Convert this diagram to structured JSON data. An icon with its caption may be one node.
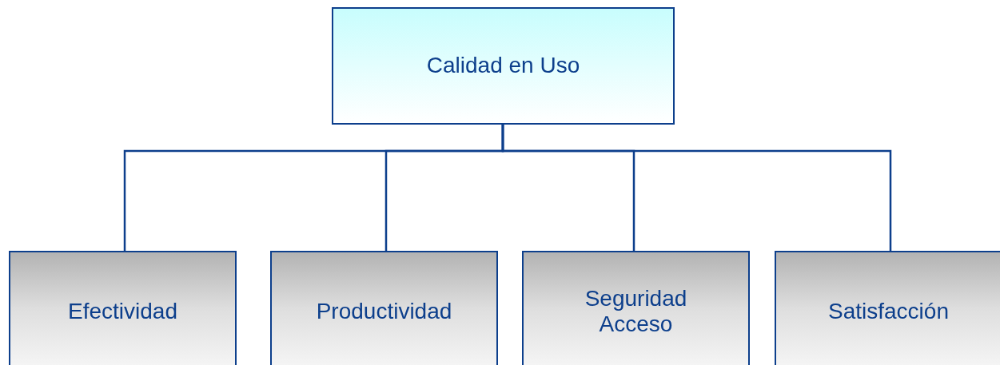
{
  "diagram": {
    "nodes": [
      {
        "text": [
          "Calidad en Uso"
        ]
      },
      {
        "text": [
          "Efectividad"
        ]
      },
      {
        "text": [
          "Productividad"
        ]
      },
      {
        "text": [
          "Seguridad Acceso"
        ]
      },
      {
        "text": [
          "Satisfacción"
        ]
      }
    ],
    "edges": [
      {
        "from": 0,
        "to": 1,
        "arrow": "none"
      },
      {
        "from": 0,
        "to": 2,
        "arrow": "none"
      },
      {
        "from": 0,
        "to": 3,
        "arrow": "none"
      },
      {
        "from": 0,
        "to": 4,
        "arrow": "none"
      }
    ]
  }
}
